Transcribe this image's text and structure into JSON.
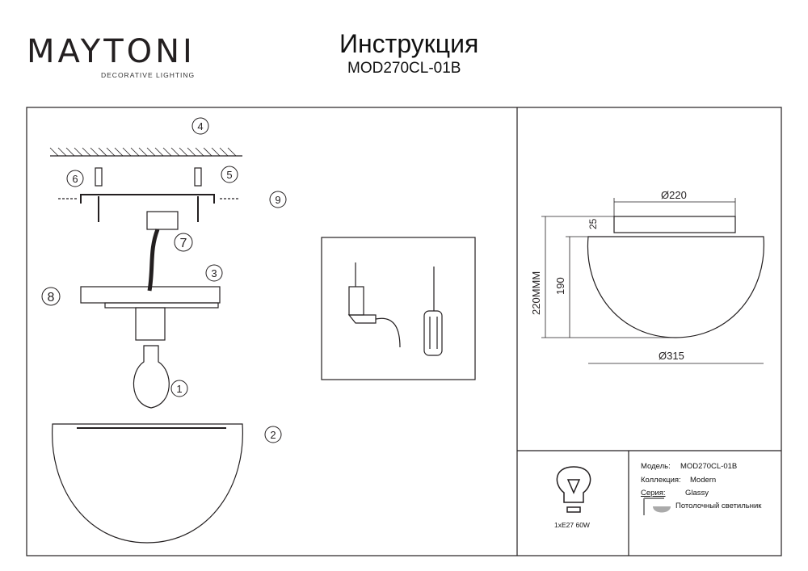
{
  "header": {
    "brand": "MAYTONI",
    "brand_tagline": "DECORATIVE LIGHTING",
    "title": "Инструкция",
    "model": "MOD270CL-01B"
  },
  "callouts": [
    "1",
    "2",
    "3",
    "4",
    "5",
    "6",
    "7",
    "8",
    "9"
  ],
  "dimensions": {
    "top_diameter": "Ø220",
    "canopy_height": "25",
    "total_height": "220МММ",
    "shade_height": "190",
    "shade_diameter": "Ø315"
  },
  "specs": {
    "lamp": "1xE27 60W",
    "model_label": "Модель:",
    "model_value": "MOD270CL-01B",
    "collection_label": "Коллекция:",
    "collection_value": "Modern",
    "series_label": "Серия:",
    "series_value": "Glassy",
    "type": "Потолочный светильник"
  },
  "colors": {
    "brand_accent": "#5b2a5e",
    "line": "#231f20"
  }
}
